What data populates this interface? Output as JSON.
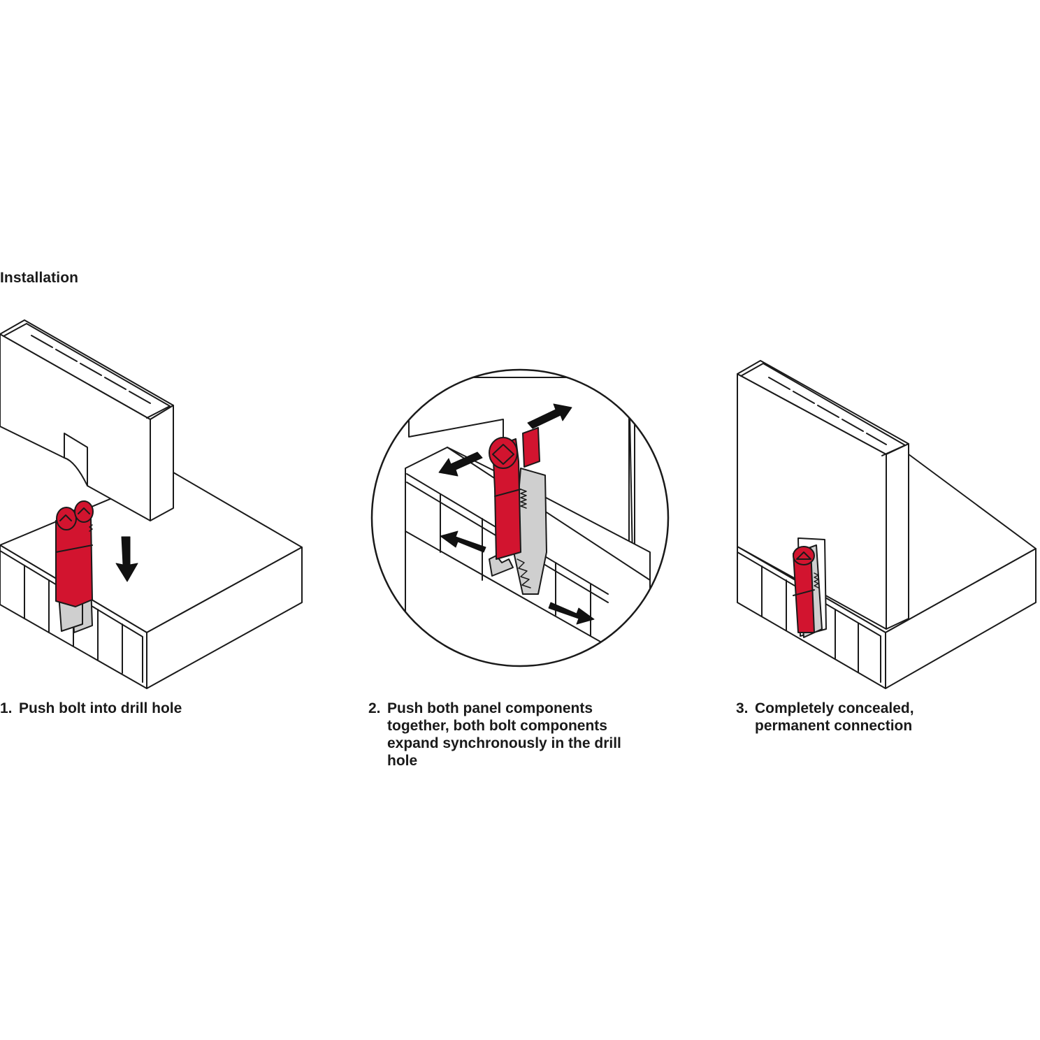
{
  "title": "Installation",
  "steps": [
    {
      "number": "1.",
      "text": "Push bolt into drill hole"
    },
    {
      "number": "2.",
      "text": "Push both panel components together, both bolt components expand synchronously in the drill hole"
    },
    {
      "number": "3.",
      "text": "Completely concealed, permanent connection"
    }
  ],
  "colors": {
    "bolt_red": "#d2142f",
    "bolt_grey": "#cfcfcf",
    "line": "#1a1a1a",
    "arrow": "#111111"
  },
  "icons": [
    "arrow-down-icon",
    "arrow-left-icon",
    "arrow-right-icon",
    "arrow-up-right-icon"
  ]
}
